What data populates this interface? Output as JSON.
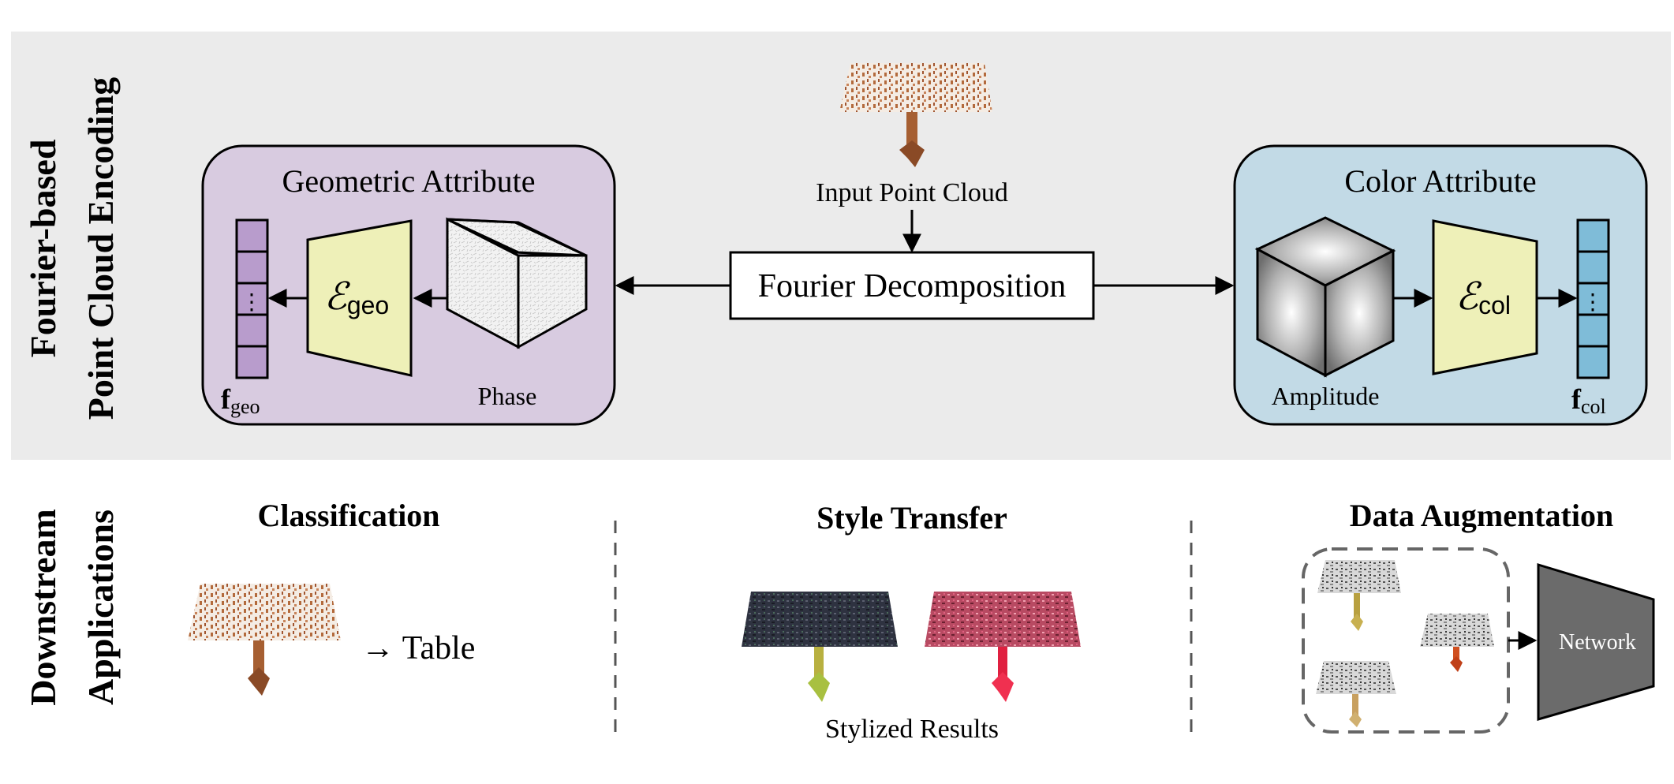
{
  "sections": {
    "top_label_line1": "Fourier-based",
    "top_label_line2": "Point Cloud Encoding",
    "bottom_label_line1": "Downstream",
    "bottom_label_line2": "Applications"
  },
  "encoding": {
    "input_label": "Input Point Cloud",
    "decomposition_label": "Fourier Decomposition",
    "geometric": {
      "title": "Geometric Attribute",
      "phase_label": "Phase",
      "encoder_symbol": "ℰ",
      "encoder_sub": "geo",
      "feature_symbol": "f",
      "feature_sub": "geo",
      "feature_dots": "⋮",
      "box_color": "#d8cbe0",
      "cell_color": "#b89ccc"
    },
    "color": {
      "title": "Color Attribute",
      "amplitude_label": "Amplitude",
      "encoder_symbol": "ℰ",
      "encoder_sub": "col",
      "feature_symbol": "f",
      "feature_sub": "col",
      "feature_dots": "⋮",
      "box_color": "#c2dae6",
      "cell_color": "#7fbcd8"
    },
    "encoder_color": "#eef0b8",
    "panel_color": "#ebebeb"
  },
  "applications": {
    "classification": {
      "title": "Classification",
      "result": "→ Table"
    },
    "style_transfer": {
      "title": "Style Transfer",
      "caption": "Stylized Results"
    },
    "data_augmentation": {
      "title": "Data Augmentation",
      "network_label": "Network",
      "network_color": "#6b6b6b"
    }
  }
}
